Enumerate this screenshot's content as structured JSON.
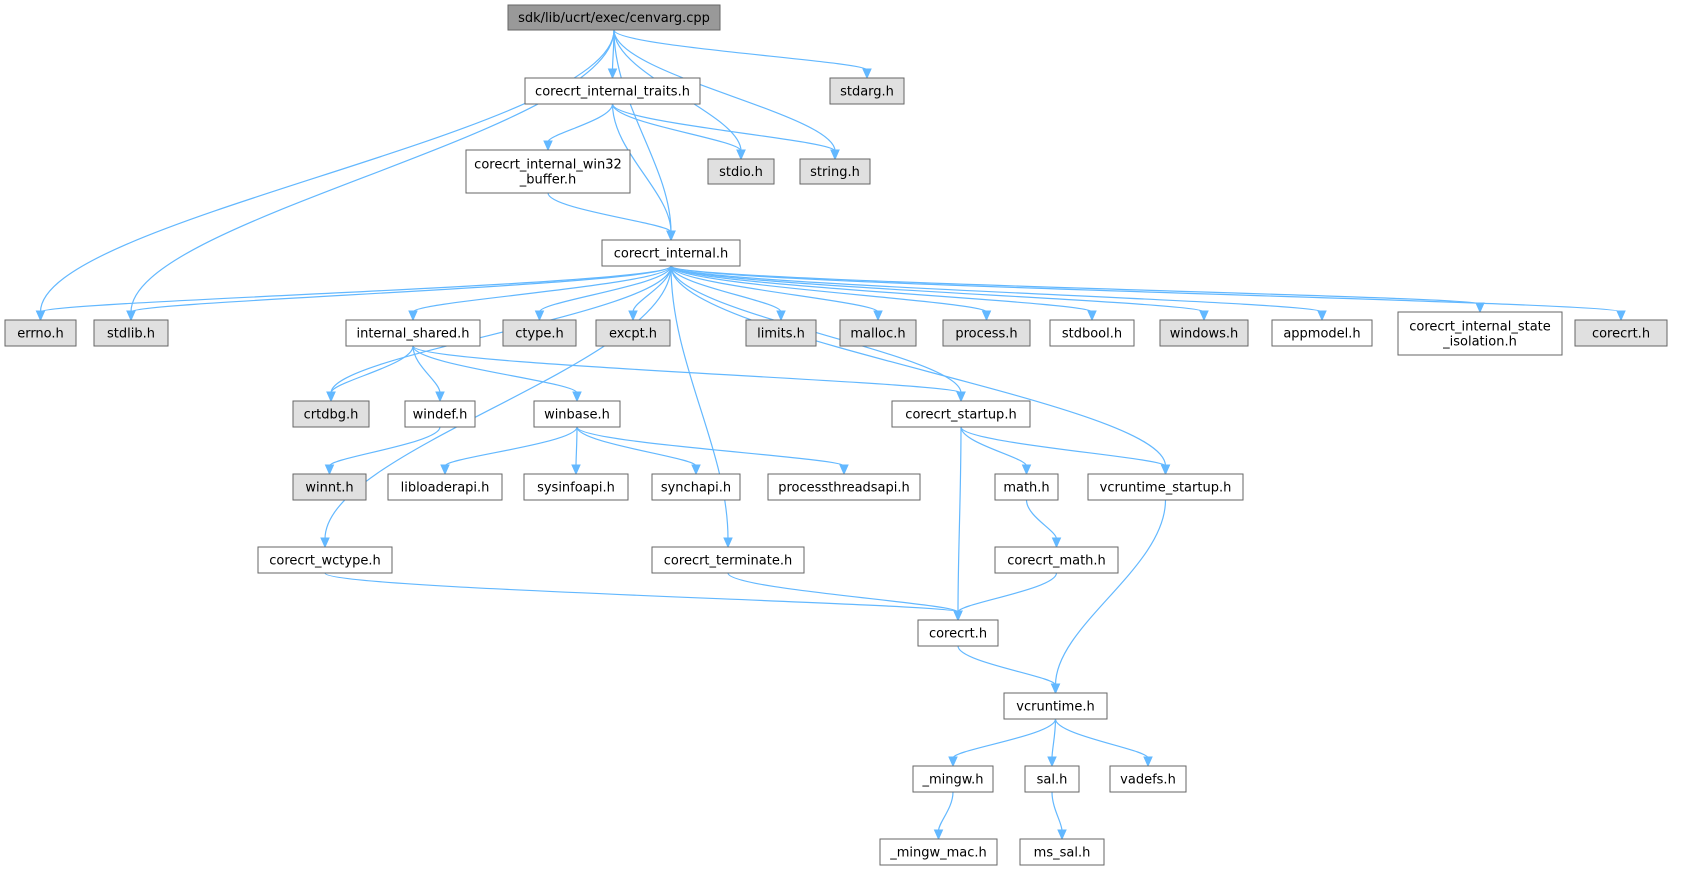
{
  "colors": {
    "root_fill": "#999999",
    "documented_fill": "#ffffff",
    "external_fill": "#e0e0e0",
    "border": "#666666",
    "edge": "#63b8ff"
  },
  "nodes": [
    {
      "id": "cenvarg",
      "label": "sdk/lib/ucrt/exec/cenvarg.cpp",
      "kind": "root"
    },
    {
      "id": "traits",
      "label": "corecrt_internal_traits.h",
      "kind": "documented"
    },
    {
      "id": "stdarg",
      "label": "stdarg.h",
      "kind": "external"
    },
    {
      "id": "win32buf",
      "label": "corecrt_internal_win32\n_buffer.h",
      "kind": "documented"
    },
    {
      "id": "stdio",
      "label": "stdio.h",
      "kind": "external"
    },
    {
      "id": "string",
      "label": "string.h",
      "kind": "external"
    },
    {
      "id": "internal",
      "label": "corecrt_internal.h",
      "kind": "documented"
    },
    {
      "id": "errno",
      "label": "errno.h",
      "kind": "external"
    },
    {
      "id": "stdlib",
      "label": "stdlib.h",
      "kind": "external"
    },
    {
      "id": "ishared",
      "label": "internal_shared.h",
      "kind": "documented"
    },
    {
      "id": "ctype",
      "label": "ctype.h",
      "kind": "external"
    },
    {
      "id": "excpt",
      "label": "excpt.h",
      "kind": "external"
    },
    {
      "id": "limits",
      "label": "limits.h",
      "kind": "external"
    },
    {
      "id": "malloc",
      "label": "malloc.h",
      "kind": "external"
    },
    {
      "id": "process",
      "label": "process.h",
      "kind": "external"
    },
    {
      "id": "stdbool",
      "label": "stdbool.h",
      "kind": "documented"
    },
    {
      "id": "windows",
      "label": "windows.h",
      "kind": "external"
    },
    {
      "id": "appmodel",
      "label": "appmodel.h",
      "kind": "documented"
    },
    {
      "id": "stateiso",
      "label": "corecrt_internal_state\n_isolation.h",
      "kind": "documented"
    },
    {
      "id": "corecrt_ext",
      "label": "corecrt.h",
      "kind": "external"
    },
    {
      "id": "crtdbg",
      "label": "crtdbg.h",
      "kind": "external"
    },
    {
      "id": "windef",
      "label": "windef.h",
      "kind": "documented"
    },
    {
      "id": "winbase",
      "label": "winbase.h",
      "kind": "documented"
    },
    {
      "id": "startup",
      "label": "corecrt_startup.h",
      "kind": "documented"
    },
    {
      "id": "winnt",
      "label": "winnt.h",
      "kind": "external"
    },
    {
      "id": "libloader",
      "label": "libloaderapi.h",
      "kind": "documented"
    },
    {
      "id": "sysinfo",
      "label": "sysinfoapi.h",
      "kind": "documented"
    },
    {
      "id": "synch",
      "label": "synchapi.h",
      "kind": "documented"
    },
    {
      "id": "procthread",
      "label": "processthreadsapi.h",
      "kind": "documented"
    },
    {
      "id": "math",
      "label": "math.h",
      "kind": "documented"
    },
    {
      "id": "vcstartup",
      "label": "vcruntime_startup.h",
      "kind": "documented"
    },
    {
      "id": "wctype",
      "label": "corecrt_wctype.h",
      "kind": "documented"
    },
    {
      "id": "terminate",
      "label": "corecrt_terminate.h",
      "kind": "documented"
    },
    {
      "id": "cmath",
      "label": "corecrt_math.h",
      "kind": "documented"
    },
    {
      "id": "corecrt",
      "label": "corecrt.h",
      "kind": "documented"
    },
    {
      "id": "vcruntime",
      "label": "vcruntime.h",
      "kind": "documented"
    },
    {
      "id": "mingw",
      "label": "_mingw.h",
      "kind": "documented"
    },
    {
      "id": "sal",
      "label": "sal.h",
      "kind": "documented"
    },
    {
      "id": "vadefs",
      "label": "vadefs.h",
      "kind": "documented"
    },
    {
      "id": "mingwmac",
      "label": "_mingw_mac.h",
      "kind": "documented"
    },
    {
      "id": "mssal",
      "label": "ms_sal.h",
      "kind": "documented"
    }
  ],
  "edges": [
    [
      "cenvarg",
      "traits"
    ],
    [
      "cenvarg",
      "stdarg"
    ],
    [
      "cenvarg",
      "stdio"
    ],
    [
      "cenvarg",
      "string"
    ],
    [
      "cenvarg",
      "internal"
    ],
    [
      "cenvarg",
      "errno"
    ],
    [
      "cenvarg",
      "stdlib"
    ],
    [
      "traits",
      "win32buf"
    ],
    [
      "traits",
      "stdio"
    ],
    [
      "traits",
      "string"
    ],
    [
      "traits",
      "internal"
    ],
    [
      "win32buf",
      "internal"
    ],
    [
      "internal",
      "errno"
    ],
    [
      "internal",
      "stdlib"
    ],
    [
      "internal",
      "ishared"
    ],
    [
      "internal",
      "ctype"
    ],
    [
      "internal",
      "excpt"
    ],
    [
      "internal",
      "limits"
    ],
    [
      "internal",
      "malloc"
    ],
    [
      "internal",
      "process"
    ],
    [
      "internal",
      "stdbool"
    ],
    [
      "internal",
      "windows"
    ],
    [
      "internal",
      "appmodel"
    ],
    [
      "internal",
      "stateiso"
    ],
    [
      "internal",
      "corecrt_ext"
    ],
    [
      "internal",
      "crtdbg"
    ],
    [
      "internal",
      "startup"
    ],
    [
      "internal",
      "vcstartup"
    ],
    [
      "internal",
      "wctype"
    ],
    [
      "internal",
      "terminate"
    ],
    [
      "ishared",
      "crtdbg"
    ],
    [
      "ishared",
      "windef"
    ],
    [
      "ishared",
      "winbase"
    ],
    [
      "ishared",
      "startup"
    ],
    [
      "windef",
      "winnt"
    ],
    [
      "winbase",
      "libloader"
    ],
    [
      "winbase",
      "sysinfo"
    ],
    [
      "winbase",
      "synch"
    ],
    [
      "winbase",
      "procthread"
    ],
    [
      "startup",
      "math"
    ],
    [
      "startup",
      "vcstartup"
    ],
    [
      "startup",
      "corecrt"
    ],
    [
      "math",
      "cmath"
    ],
    [
      "cmath",
      "corecrt"
    ],
    [
      "vcstartup",
      "vcruntime"
    ],
    [
      "wctype",
      "corecrt"
    ],
    [
      "terminate",
      "corecrt"
    ],
    [
      "corecrt",
      "vcruntime"
    ],
    [
      "vcruntime",
      "mingw"
    ],
    [
      "vcruntime",
      "sal"
    ],
    [
      "vcruntime",
      "vadefs"
    ],
    [
      "mingw",
      "mingwmac"
    ],
    [
      "sal",
      "mssal"
    ]
  ]
}
